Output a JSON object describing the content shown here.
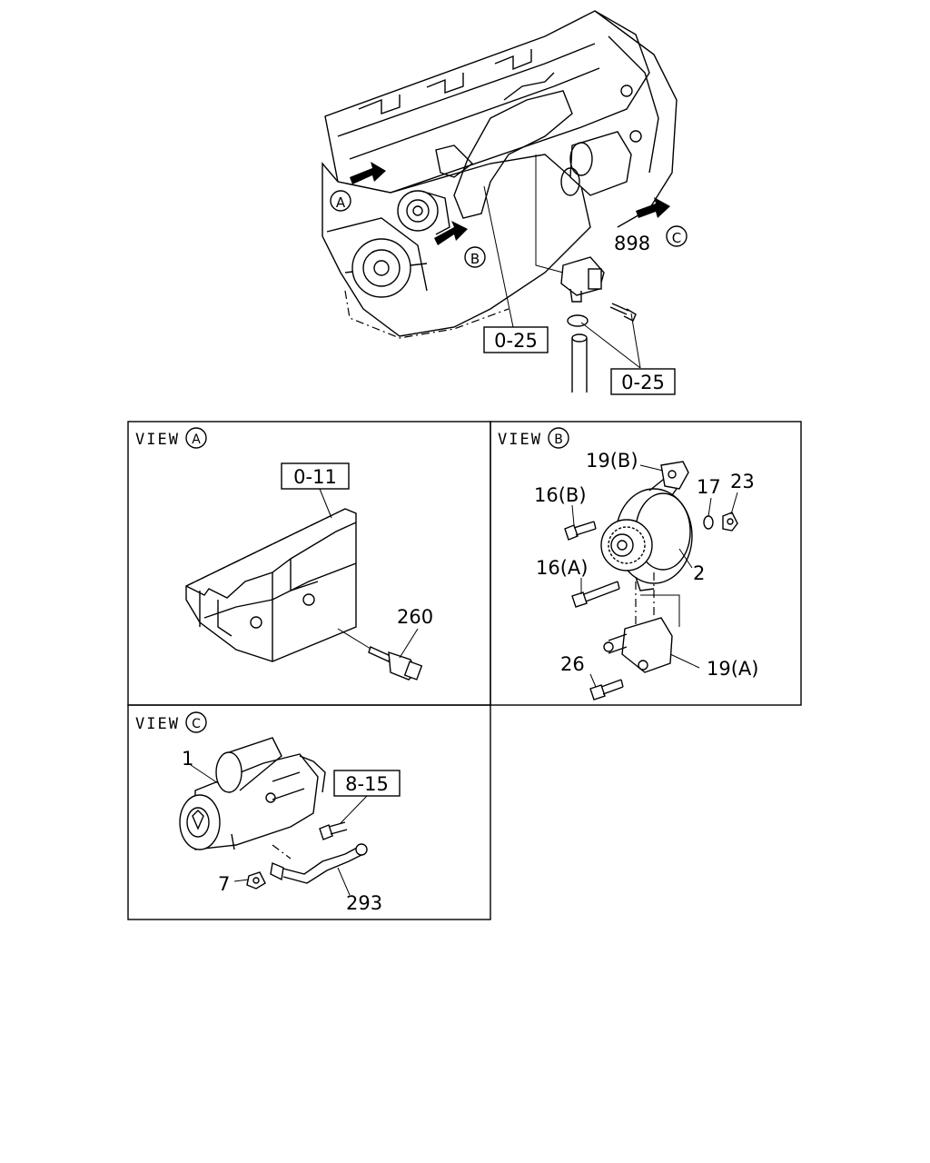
{
  "top_view": {
    "callout_a": "A",
    "callout_b": "B",
    "callout_c": "C",
    "part_898": "898",
    "ref_left": "0-25",
    "ref_right": "0-25"
  },
  "view_a": {
    "title": "VIEW",
    "circle": "A",
    "ref": "0-11",
    "part_260": "260"
  },
  "view_b": {
    "title": "VIEW",
    "circle": "B",
    "part_19b": "19(B)",
    "part_16b": "16(B)",
    "part_17": "17",
    "part_23": "23",
    "part_16a": "16(A)",
    "part_2": "2",
    "part_26": "26",
    "part_19a": "19(A)"
  },
  "view_c": {
    "title": "VIEW",
    "circle": "C",
    "part_1": "1",
    "ref": "8-15",
    "part_7": "7",
    "part_293": "293"
  }
}
